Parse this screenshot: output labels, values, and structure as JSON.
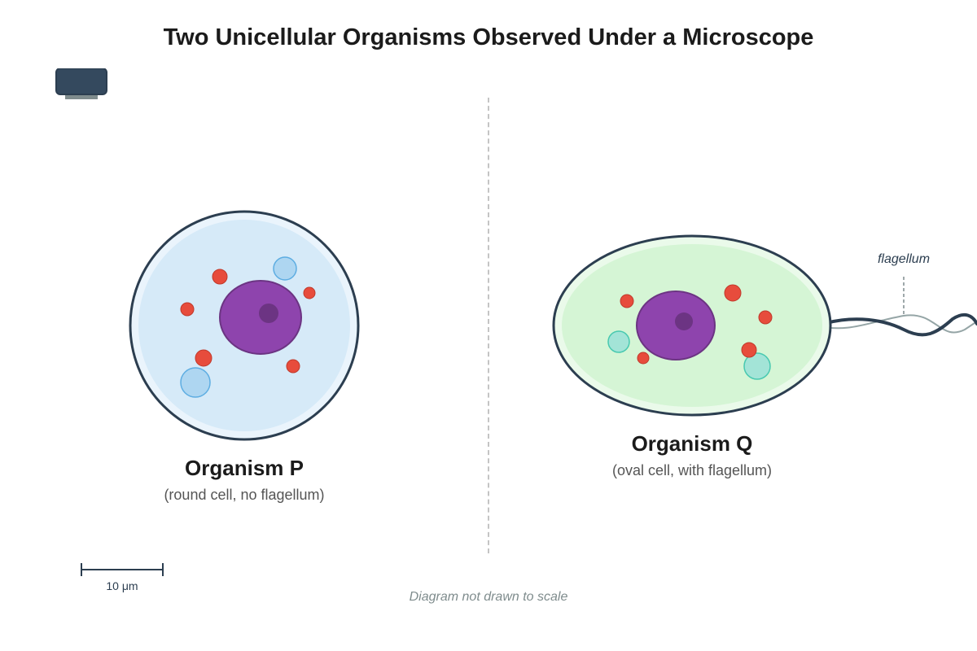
{
  "title": "Two Unicellular Organisms Observed Under a Microscope",
  "organism_p": {
    "name": "Organism P",
    "description": "(round cell, no flagellum)"
  },
  "organism_q": {
    "name": "Organism Q",
    "description": "(oval cell, with flagellum)",
    "flagellum_label": "flagellum"
  },
  "scale": {
    "label": "10 μm"
  },
  "note": "Diagram not drawn to scale",
  "colors": {
    "outline": "#2c3e50",
    "cell_p_fill": "#d6eaf8",
    "cell_q_fill": "#d5f5d5",
    "nucleus": "#8e44ad",
    "granule": "#e74c3c",
    "vacuole_p": "#aed6f1",
    "vacuole_q": "#a3e4d7"
  },
  "icons": {
    "microscope": "microscope-icon"
  }
}
